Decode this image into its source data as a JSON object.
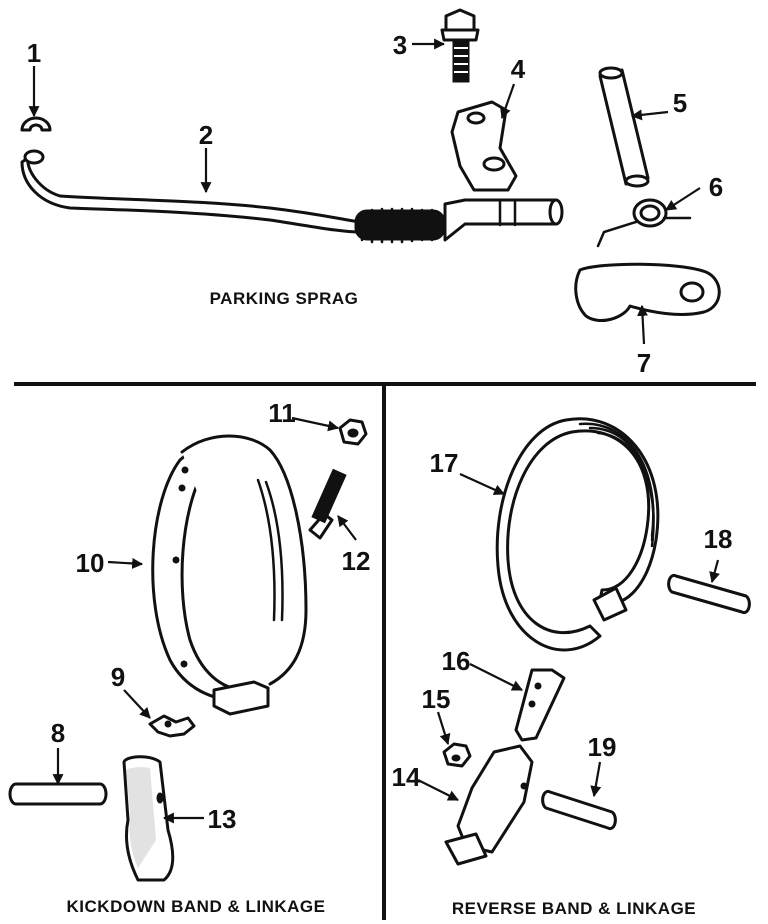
{
  "sections": {
    "parking": {
      "caption": "PARKING SPRAG"
    },
    "kickdown": {
      "caption": "KICKDOWN BAND & LINKAGE"
    },
    "reverse": {
      "caption": "REVERSE BAND & LINKAGE"
    }
  },
  "callouts": [
    "1",
    "2",
    "3",
    "4",
    "5",
    "6",
    "7",
    "8",
    "9",
    "10",
    "11",
    "12",
    "13",
    "14",
    "15",
    "16",
    "17",
    "18",
    "19"
  ],
  "colors": {
    "ink": "#111111",
    "paper": "#ffffff"
  }
}
